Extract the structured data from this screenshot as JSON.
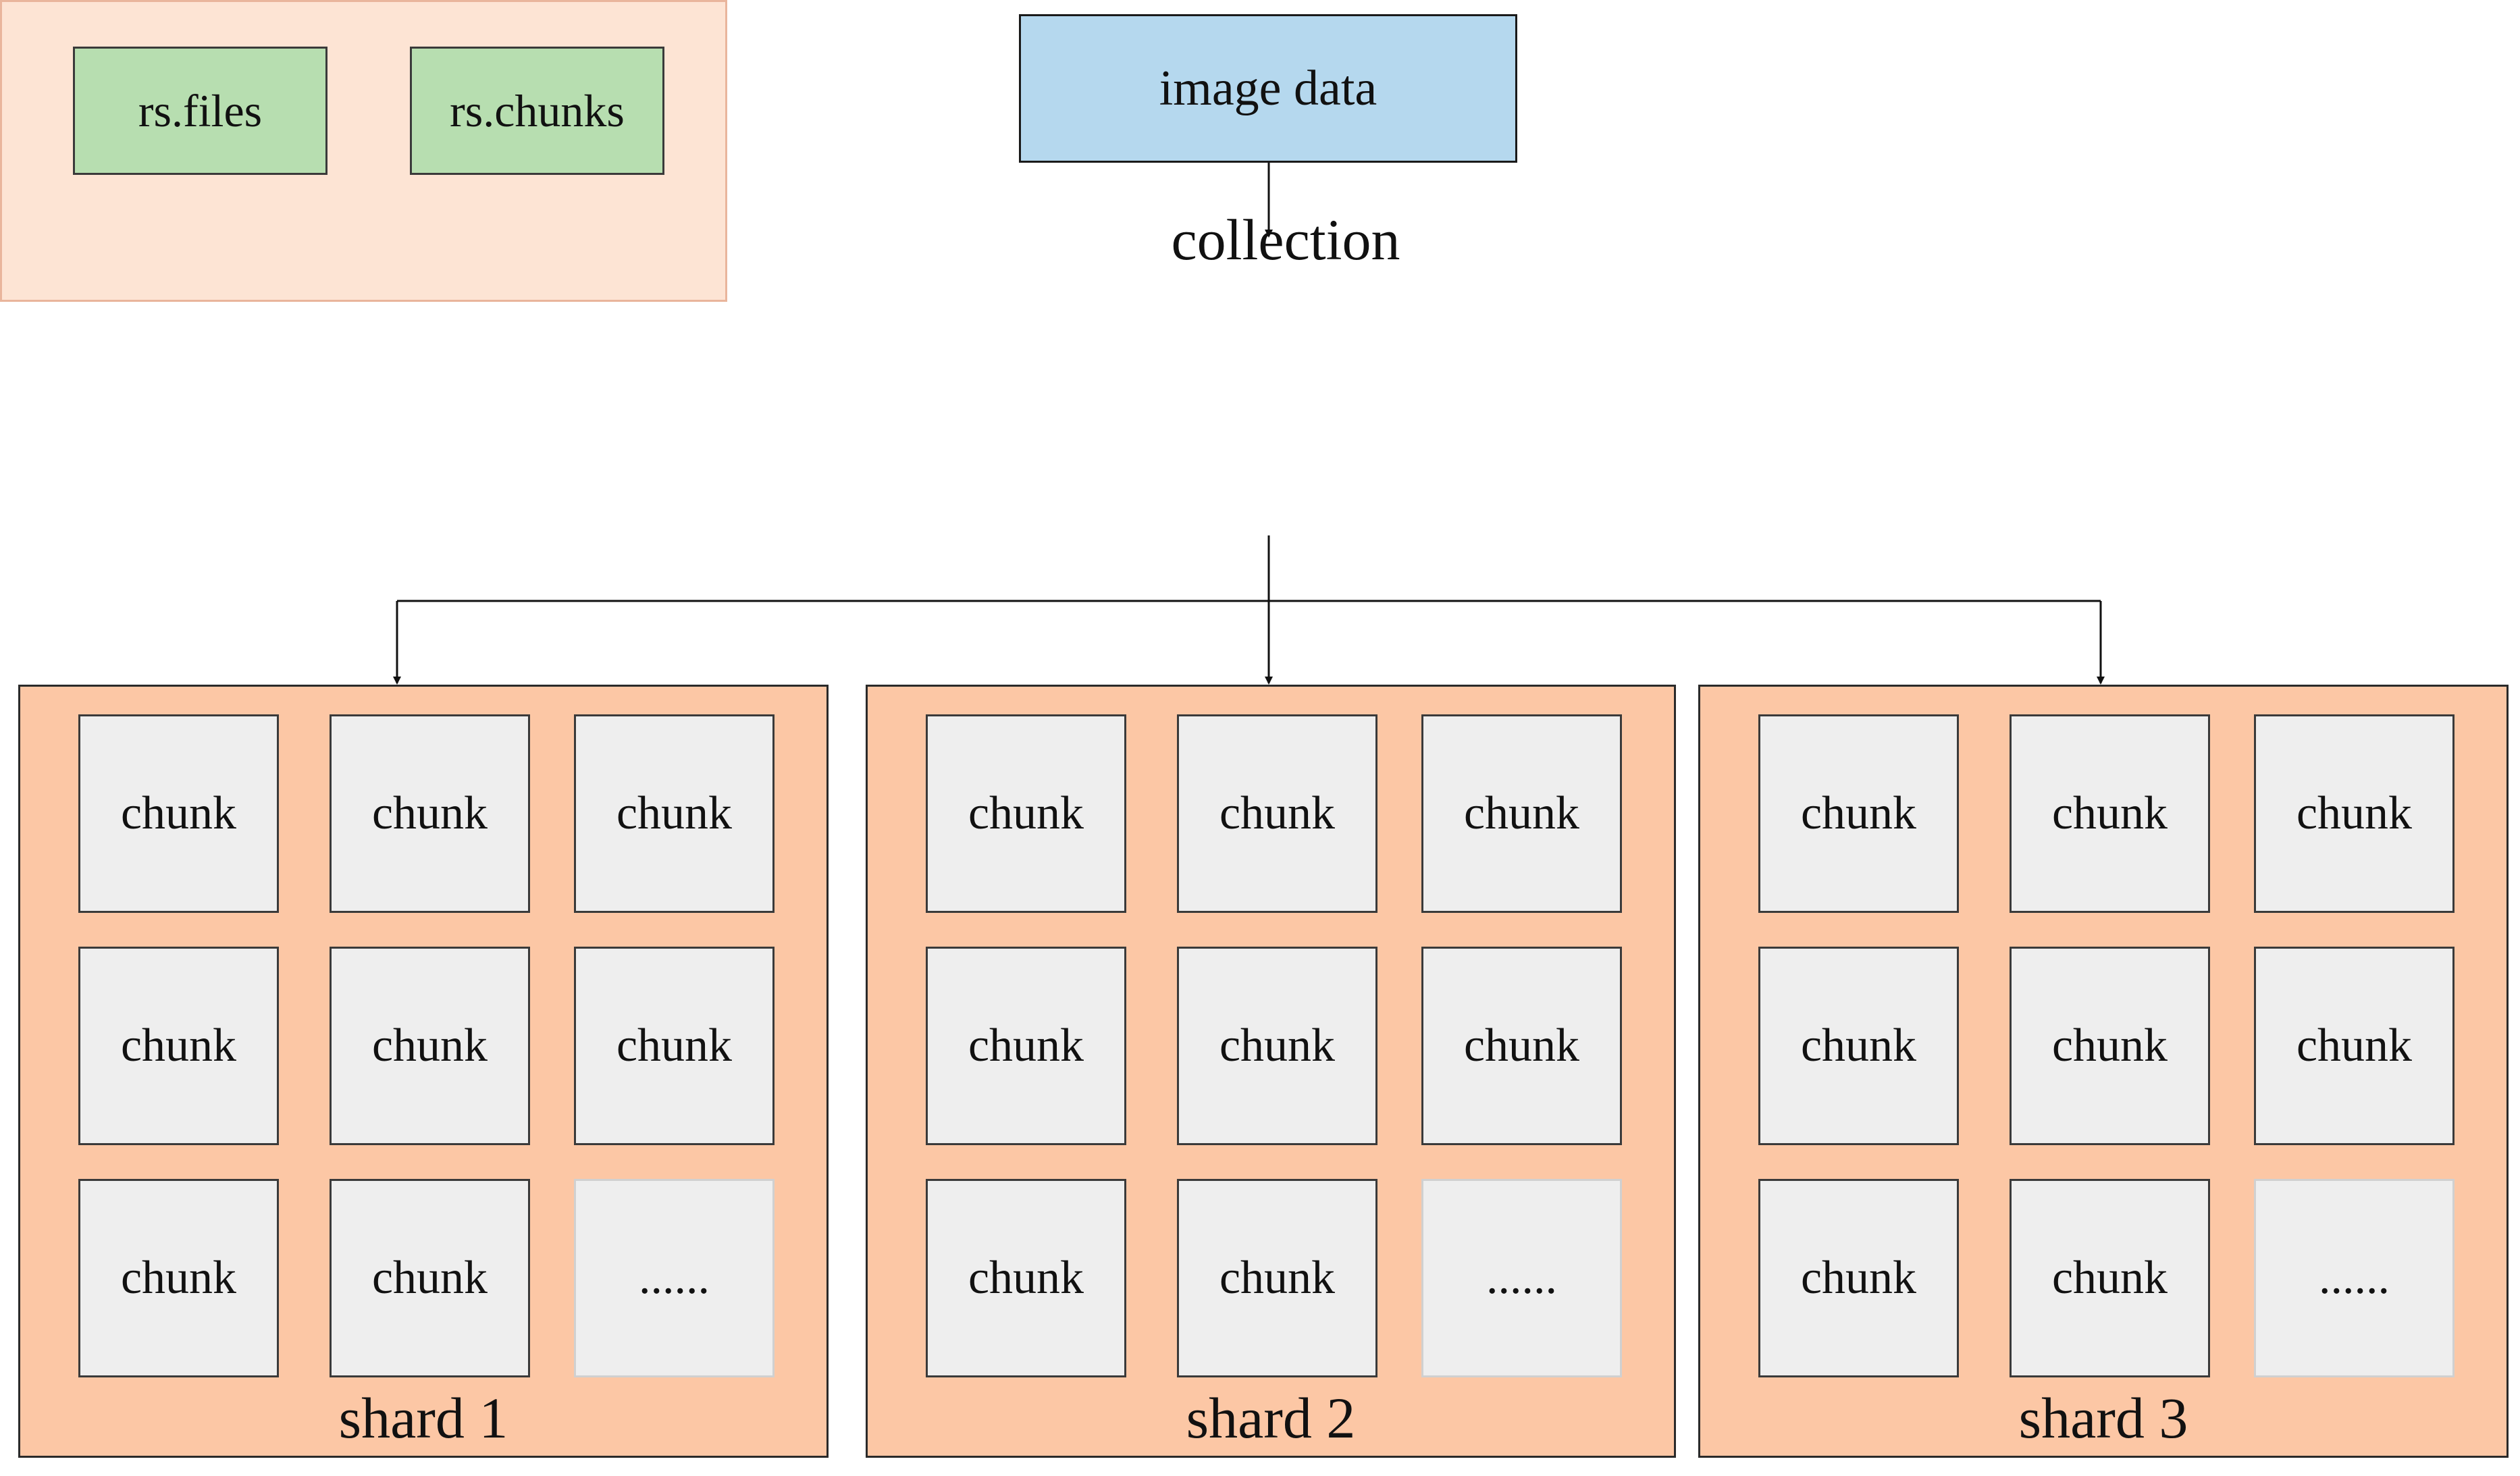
{
  "source": {
    "label": "image data"
  },
  "collection": {
    "label": "collection",
    "items": [
      "rs.files",
      "rs.chunks"
    ]
  },
  "shards": [
    {
      "label": "shard 1",
      "cells": [
        "chunk",
        "chunk",
        "chunk",
        "chunk",
        "chunk",
        "chunk",
        "chunk",
        "chunk",
        "......"
      ]
    },
    {
      "label": "shard 2",
      "cells": [
        "chunk",
        "chunk",
        "chunk",
        "chunk",
        "chunk",
        "chunk",
        "chunk",
        "chunk",
        "......"
      ]
    },
    {
      "label": "shard 3",
      "cells": [
        "chunk",
        "chunk",
        "chunk",
        "chunk",
        "chunk",
        "chunk",
        "chunk",
        "chunk",
        "......"
      ]
    }
  ],
  "colors": {
    "source_fill": "#b5d8ee",
    "collection_fill": "#fde4d4",
    "collection_item_fill": "#b7deb0",
    "shard_fill": "#fcc7a5",
    "chunk_fill": "#eeeeee"
  }
}
